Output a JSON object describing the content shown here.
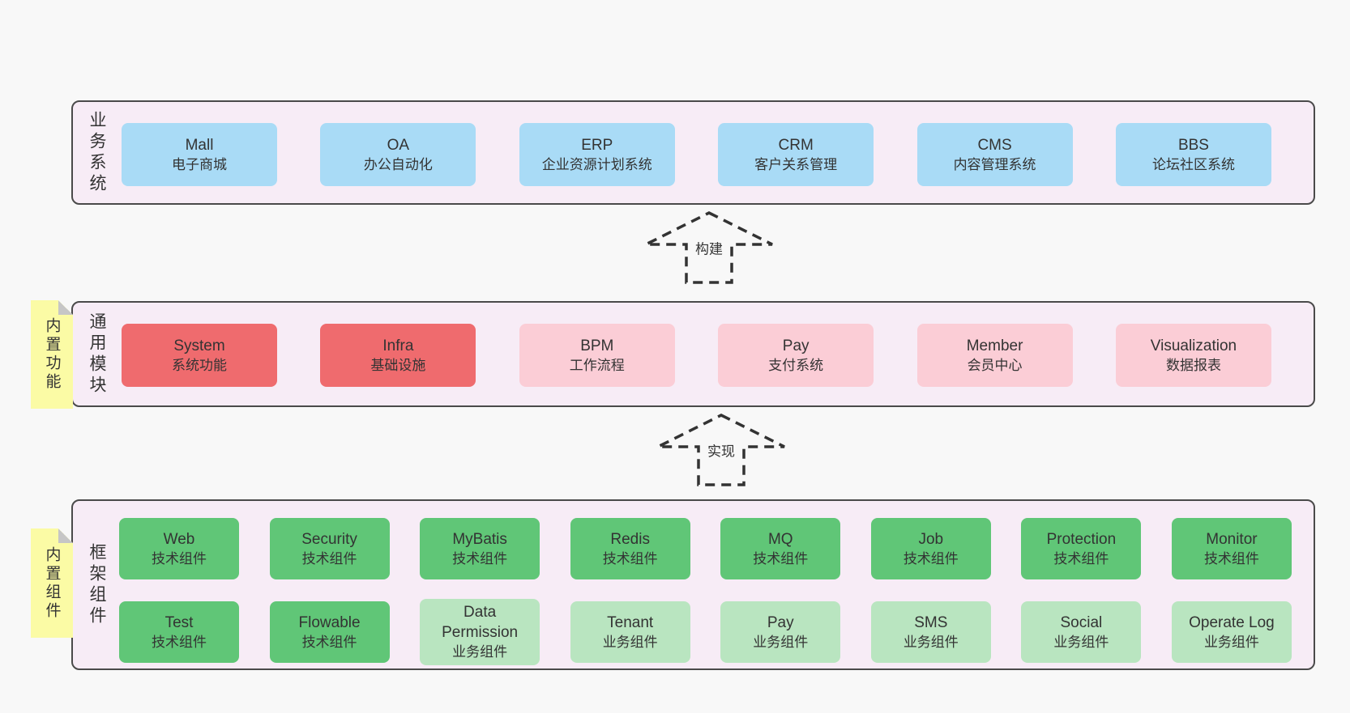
{
  "colors": {
    "background": "#f8f8f8",
    "panel_fill": "#f7ecf6",
    "panel_border": "#4a4a4a",
    "business_box": "#a9dbf6",
    "core_module_box": "#ef6b6e",
    "optional_module_box": "#fbcdd6",
    "tech_component_box": "#60c677",
    "biz_component_box": "#b9e5c0",
    "sticky_note": "#fbfba5",
    "sticky_fold": "#c6c6c6",
    "text": "#333333"
  },
  "business_systems": {
    "label": "业务系统",
    "items": [
      {
        "name": "Mall",
        "desc": "电子商城"
      },
      {
        "name": "OA",
        "desc": "办公自动化"
      },
      {
        "name": "ERP",
        "desc": "企业资源计划系统"
      },
      {
        "name": "CRM",
        "desc": "客户关系管理"
      },
      {
        "name": "CMS",
        "desc": "内容管理系统"
      },
      {
        "name": "BBS",
        "desc": "论坛社区系统"
      }
    ]
  },
  "arrow_build": {
    "label": "构建"
  },
  "common_modules": {
    "label": "通用模块",
    "sticky": "内置功能",
    "items": [
      {
        "name": "System",
        "desc": "系统功能",
        "variant": "red"
      },
      {
        "name": "Infra",
        "desc": "基础设施",
        "variant": "red"
      },
      {
        "name": "BPM",
        "desc": "工作流程",
        "variant": "pink"
      },
      {
        "name": "Pay",
        "desc": "支付系统",
        "variant": "pink"
      },
      {
        "name": "Member",
        "desc": "会员中心",
        "variant": "pink"
      },
      {
        "name": "Visualization",
        "desc": "数据报表",
        "variant": "pink"
      }
    ]
  },
  "arrow_implement": {
    "label": "实现"
  },
  "framework_components": {
    "label": "框架组件",
    "sticky": "内置组件",
    "row1": [
      {
        "name": "Web",
        "desc": "技术组件",
        "variant": "tech"
      },
      {
        "name": "Security",
        "desc": "技术组件",
        "variant": "tech"
      },
      {
        "name": "MyBatis",
        "desc": "技术组件",
        "variant": "tech"
      },
      {
        "name": "Redis",
        "desc": "技术组件",
        "variant": "tech"
      },
      {
        "name": "MQ",
        "desc": "技术组件",
        "variant": "tech"
      },
      {
        "name": "Job",
        "desc": "技术组件",
        "variant": "tech"
      },
      {
        "name": "Protection",
        "desc": "技术组件",
        "variant": "tech"
      },
      {
        "name": "Monitor",
        "desc": "技术组件",
        "variant": "tech"
      }
    ],
    "row2": [
      {
        "name": "Test",
        "desc": "技术组件",
        "variant": "tech"
      },
      {
        "name": "Flowable",
        "desc": "技术组件",
        "variant": "tech"
      },
      {
        "name": "Data Permission",
        "desc": "业务组件",
        "variant": "biz"
      },
      {
        "name": "Tenant",
        "desc": "业务组件",
        "variant": "biz"
      },
      {
        "name": "Pay",
        "desc": "业务组件",
        "variant": "biz"
      },
      {
        "name": "SMS",
        "desc": "业务组件",
        "variant": "biz"
      },
      {
        "name": "Social",
        "desc": "业务组件",
        "variant": "biz"
      },
      {
        "name": "Operate Log",
        "desc": "业务组件",
        "variant": "biz"
      }
    ]
  }
}
